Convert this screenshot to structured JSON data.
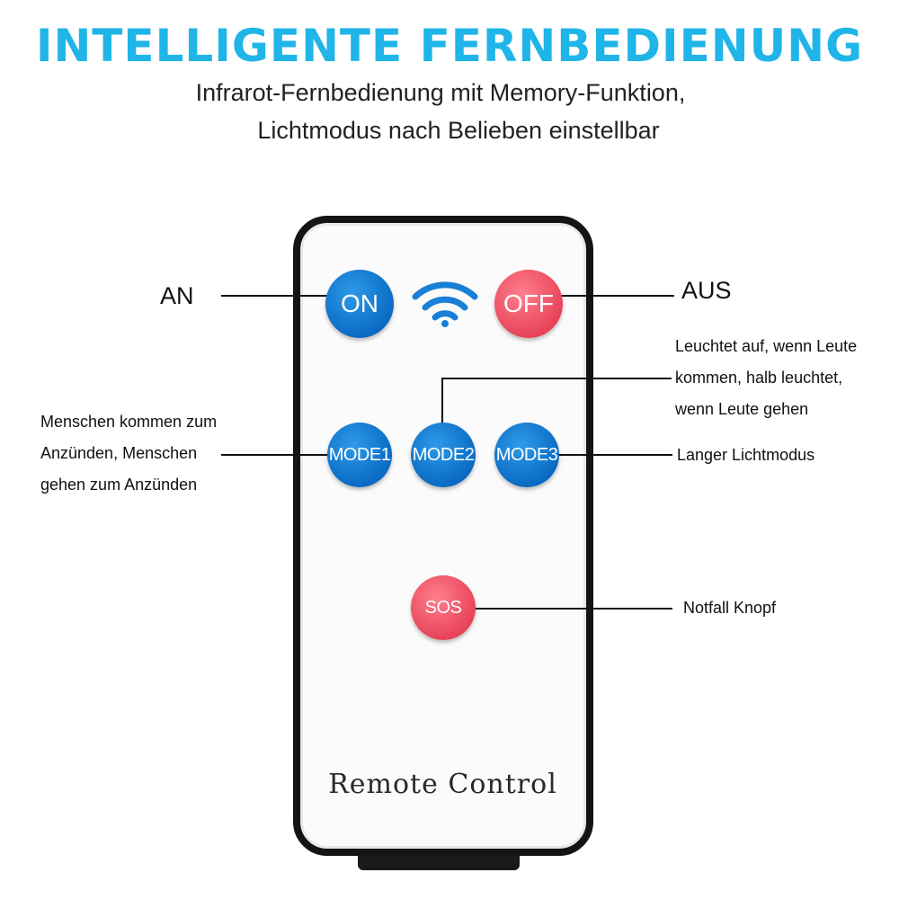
{
  "header": {
    "title": "INTELLIGENTE FERNBEDIENUNG",
    "subtitle_line1": "Infrarot-Fernbedienung mit Memory-Funktion,",
    "subtitle_line2": "Lichtmodus nach Belieben einstellbar"
  },
  "remote": {
    "label": "Remote Control",
    "buttons": {
      "on": "ON",
      "off": "OFF",
      "mode1": "MODE1",
      "mode2": "MODE2",
      "mode3": "MODE3",
      "sos": "SOS"
    },
    "colors": {
      "blue": "#0a6bc4",
      "red": "#e8445a",
      "title": "#1fb5e8"
    }
  },
  "annotations": {
    "on": "AN",
    "off": "AUS",
    "mode1": [
      "Menschen kommen zum",
      "Anzünden, Menschen",
      "gehen zum Anzünden"
    ],
    "mode2": [
      "Leuchtet auf, wenn Leute",
      "kommen, halb leuchtet,",
      "wenn Leute gehen"
    ],
    "mode3": "Langer Lichtmodus",
    "sos": "Notfall Knopf"
  },
  "icons": {
    "signal": "wifi-icon"
  }
}
